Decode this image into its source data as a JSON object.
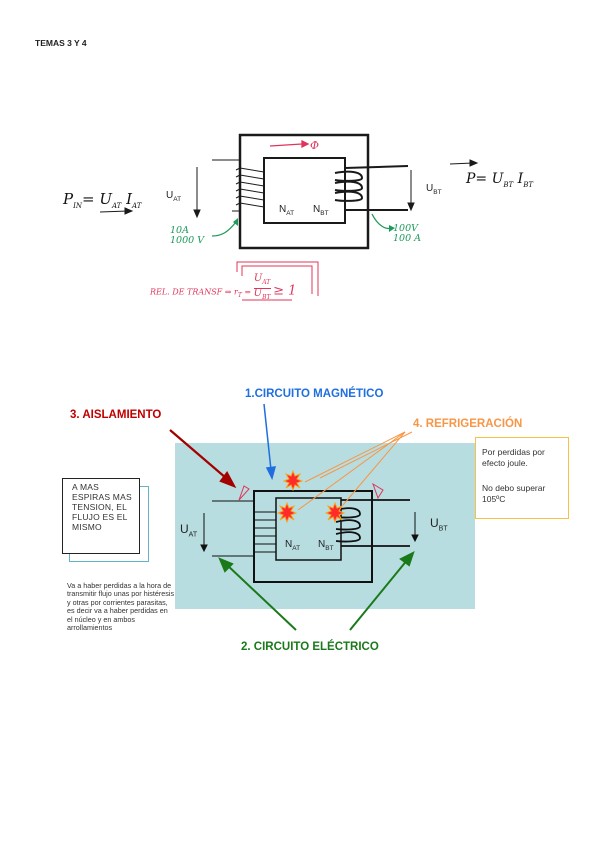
{
  "header": {
    "title": "TEMAS 3 Y 4"
  },
  "fig1": {
    "p_in": "P",
    "p_in_sub": "IN",
    "p_in_eq": "= U",
    "p_in_sub2": "AT",
    "p_in_i": " I",
    "p_in_sub3": "AT",
    "phi": "Φ",
    "u_at": "U",
    "u_at_sub": "AT",
    "n_at": "N",
    "n_at_sub": "AT",
    "n_bt": "N",
    "n_bt_sub": "BT",
    "u_bt": "U",
    "u_bt_sub": "BT",
    "p_out": "P",
    "p_out_eq": "= U",
    "p_out_sub": "BT",
    "p_out_i": " I",
    "p_out_sub2": "BT",
    "left_current": "10A",
    "left_voltage": "1000 V",
    "right_voltage": "100V",
    "right_current": "100 A",
    "ratio_prefix": "REL. DE TRANSF ⇒ r",
    "ratio_sub": "T",
    "ratio_eq": " = ",
    "ratio_num": "U",
    "ratio_num_sub": "AT",
    "ratio_den": "U",
    "ratio_den_sub": "BT",
    "ratio_ge": "≥ 1"
  },
  "fig2": {
    "label_magnetic": "1.CIRCUITO MAGNÉTICO",
    "label_insulation": "3. AISLAMIENTO",
    "label_cooling": "4. REFRIGERACIÓN",
    "label_electric": "2. CIRCUITO ELÉCTRICO",
    "u_at": "U",
    "u_at_sub": "AT",
    "u_bt": "U",
    "u_bt_sub": "BT",
    "n_at": "N",
    "n_at_sub": "AT",
    "n_bt": "N",
    "n_bt_sub": "BT",
    "note_text": "A MAS ESPIRAS MAS TENSION, EL FLUJO ES EL MISMO",
    "side_note": "Va a haber perdidas a la hora de transmitir flujo unas por histéresis y otras por corrientes parasitas, es decir va a haber perdidas en el núcleo y en ambos arrollamientos",
    "info_1": "Por perdidas por efecto joule.",
    "info_2": "No debo superar 105ºC"
  },
  "colors": {
    "red": "#c00000",
    "blue": "#1f6fe0",
    "orange": "#f79646",
    "green": "#1a7a1a",
    "teal_panel": "#b8dde0",
    "pink_ink": "#e0345a",
    "green_ink": "#1e9a5a"
  }
}
